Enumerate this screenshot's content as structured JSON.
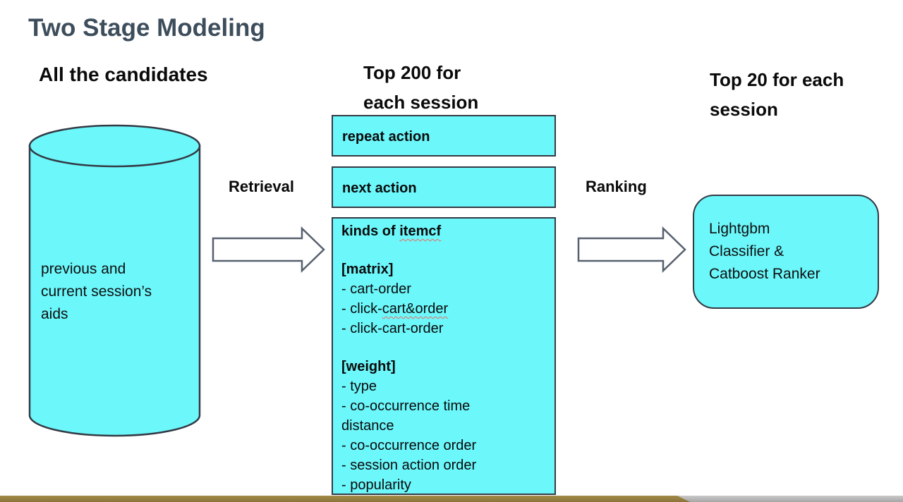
{
  "title": "Two Stage Modeling",
  "headings": {
    "candidates": "All the candidates",
    "top200_line1": "Top 200  for",
    "top200_line2": "each session",
    "top20_line1": "Top 20 for each",
    "top20_line2": "session"
  },
  "arrows": {
    "retrieval_label": "Retrieval",
    "ranking_label": "Ranking"
  },
  "database": {
    "label_lines": [
      "previous and",
      "current session’s",
      "aids"
    ]
  },
  "boxes": {
    "repeat_action": "repeat action",
    "next_action": "next action"
  },
  "itemcf": {
    "title_prefix": "kinds of ",
    "title_word": "itemcf",
    "matrix_header": "[matrix]",
    "matrix_item1": "- cart-order",
    "matrix_item2_prefix": "- click-",
    "matrix_item2_word": "cart&order",
    "matrix_item3": "- click-cart-order",
    "weight_header": "[weight]",
    "weight_items": [
      "- type",
      "- co-occurrence time distance",
      "- co-occurrence order",
      "- session action order",
      "- popularity"
    ]
  },
  "ranker": {
    "lines": [
      "Lightgbm",
      "Classifier &",
      "Catboost Ranker"
    ]
  },
  "colors": {
    "shape_fill": "#6CF7FB",
    "shape_border": "#333A44",
    "arrow_border": "#57606E",
    "title_text": "#3D4D5C",
    "footer_gold": "#8F7A3D",
    "footer_silver": "#B3B3B3",
    "spellcheck_squiggle": "#EF6A5E"
  }
}
